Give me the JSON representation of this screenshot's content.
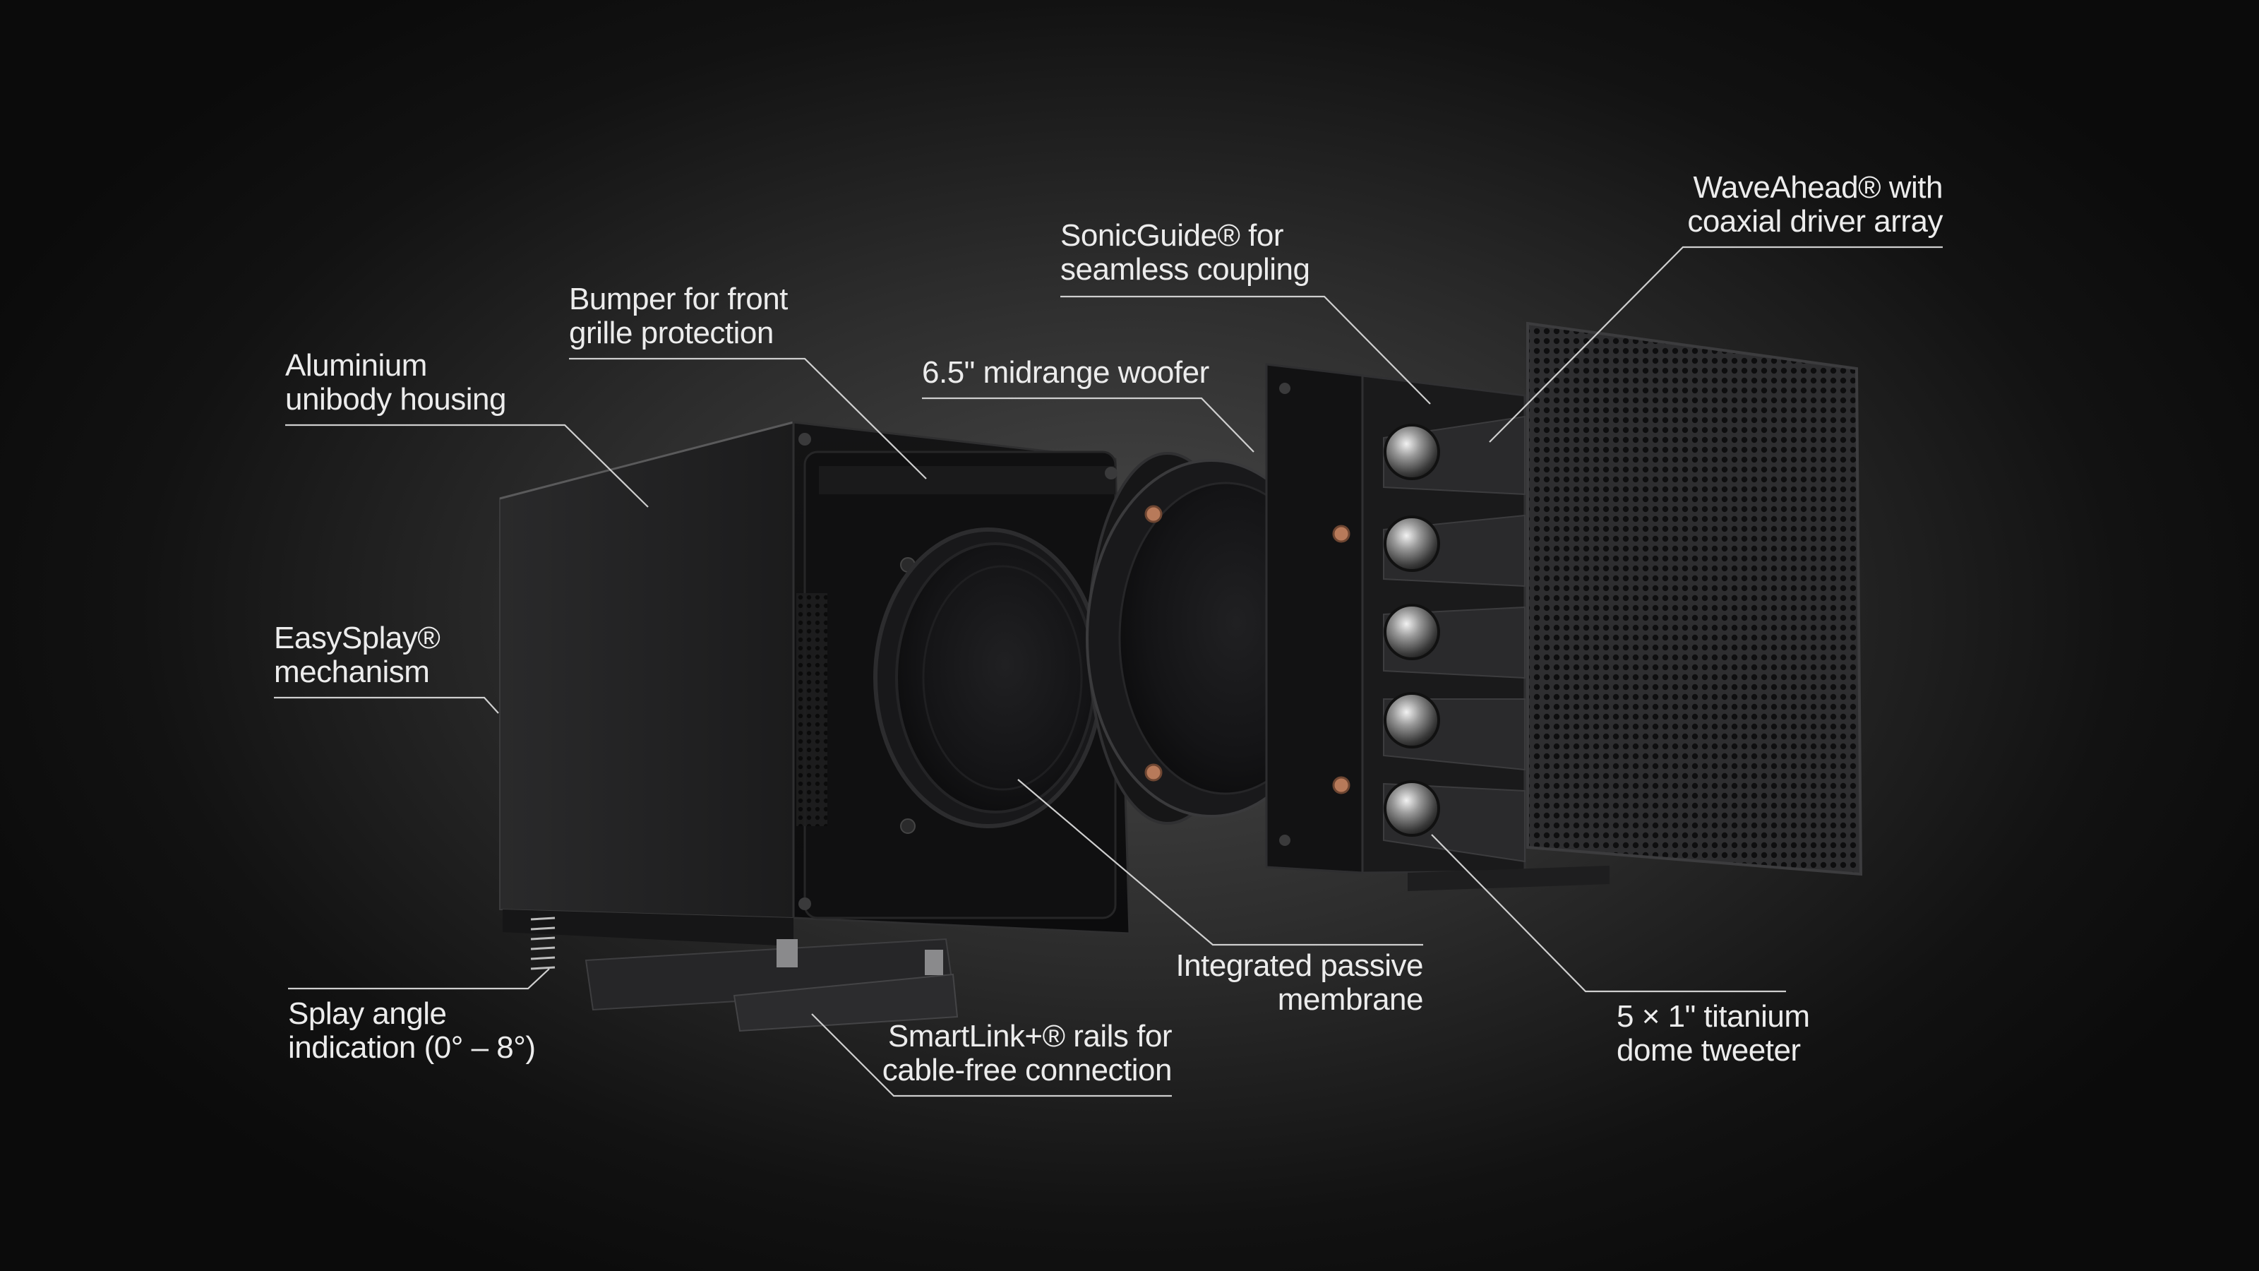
{
  "callouts": {
    "housing": {
      "line1": "Aluminium",
      "line2": "unibody housing"
    },
    "bumper": {
      "line1": "Bumper for front",
      "line2": "grille protection"
    },
    "easysplay": {
      "line1": "EasySplay®",
      "line2": "mechanism"
    },
    "splay": {
      "line1": "Splay angle",
      "line2": "indication (0° – 8°)"
    },
    "smartlink": {
      "line1": "SmartLink+® rails for",
      "line2": "cable-free connection"
    },
    "woofer": {
      "line1": "6.5\" midrange woofer"
    },
    "sonicguide": {
      "line1": "SonicGuide® for",
      "line2": "seamless coupling"
    },
    "waveahead": {
      "line1": "WaveAhead® with",
      "line2": "coaxial driver array"
    },
    "passive": {
      "line1": "Integrated passive",
      "line2": "membrane"
    },
    "tweeter": {
      "line1": "5 × 1\" titanium",
      "line2": "dome tweeter"
    }
  },
  "colors": {
    "background": "#1a1a1a",
    "text": "#ececec",
    "leader": "#cfcfcf",
    "copper": "#b87a5a"
  },
  "icons": {
    "housing": "speaker-housing-illustration",
    "woofer": "woofer-driver-illustration",
    "waveguide": "waveguide-panel-illustration",
    "grille": "perforated-grille-illustration"
  }
}
